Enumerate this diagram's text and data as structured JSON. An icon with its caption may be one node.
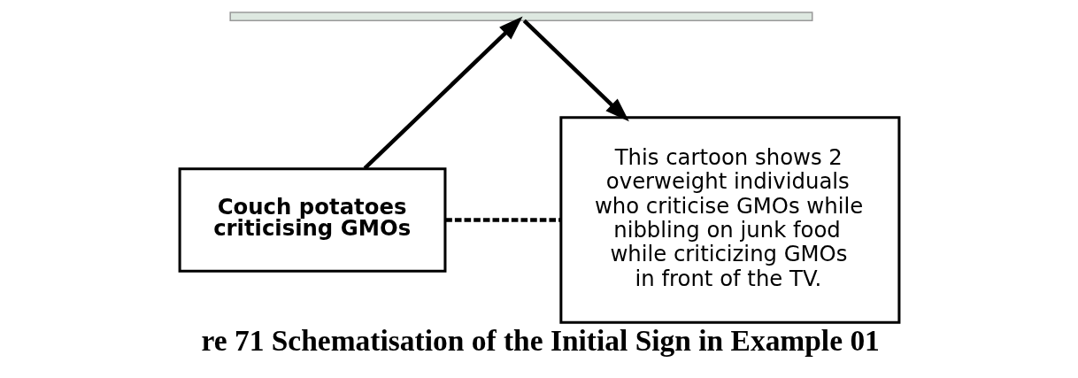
{
  "diagram": {
    "caption": "re 71 Schematisation of the Initial Sign in Example 01",
    "nodes": [
      {
        "text": [],
        "shape": "bar"
      },
      {
        "text": [
          "Couch potatoes criticising GMOs"
        ]
      },
      {
        "text": [
          "This cartoon shows 2 overweight individuals who criticise GMOs while nibbling on junk food while criticizing GMOs in front of the TV."
        ]
      }
    ],
    "edges": [
      {
        "from": 1,
        "to": 0,
        "arrow": "to"
      },
      {
        "from": 0,
        "to": 2,
        "arrow": "to"
      },
      {
        "from": 1,
        "to": 2,
        "arrow": "none",
        "style": "dashed"
      }
    ]
  }
}
